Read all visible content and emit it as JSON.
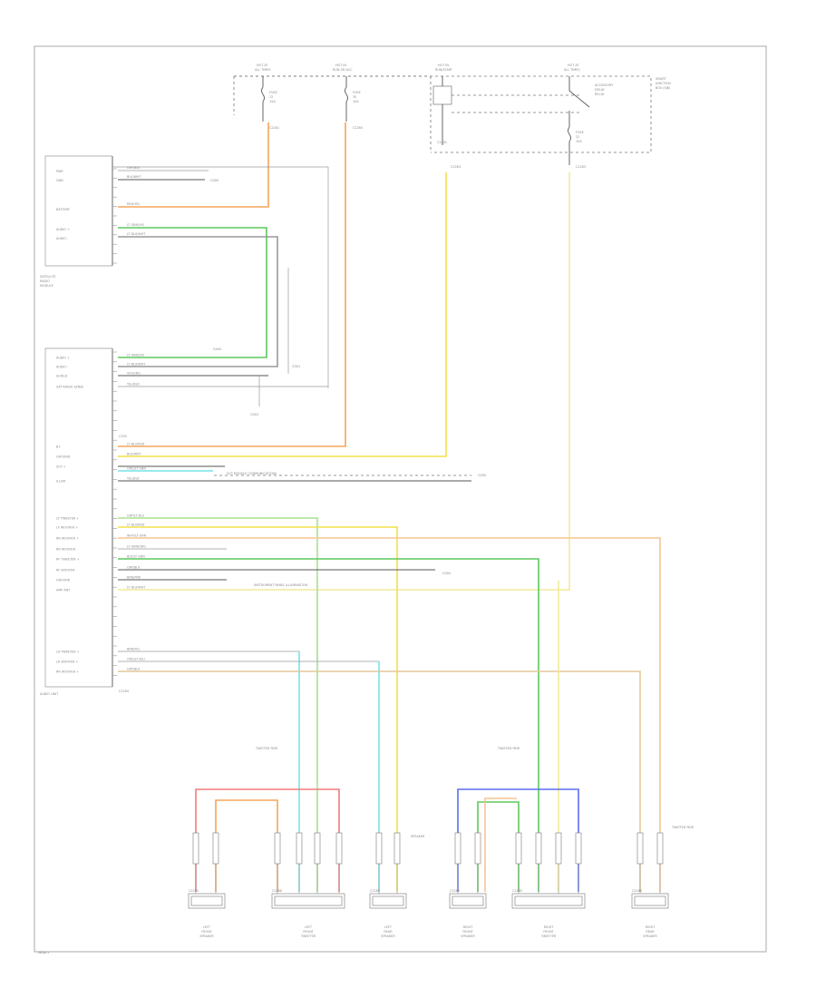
{
  "diagram": {
    "footer_code": "WDAL1",
    "power_sources": [
      {
        "line1": "HOT AT",
        "line2": "ALL TIMES"
      },
      {
        "line1": "HOT IN",
        "line2": "RUN OR ACC"
      },
      {
        "line1": "HOT IN",
        "line2": "RUN/START"
      },
      {
        "line1": "HOT AT",
        "line2": "ALL TIMES"
      }
    ],
    "fuses": [
      {
        "name": "FUSE",
        "num": "12",
        "rating": "15A"
      },
      {
        "name": "FUSE",
        "num": "35",
        "rating": "10A"
      },
      {
        "name": "FUSE",
        "num": "22",
        "rating": "10A"
      }
    ],
    "connector_codes": [
      "C2281",
      "C2280",
      "C2282",
      "C2283",
      "C2283",
      "C2284",
      "C290",
      "C2285",
      "C2286"
    ],
    "relay": {
      "label1": "ACCESSORY",
      "label2": "DELAY",
      "label3": "RELAY"
    },
    "fuse_box": {
      "line1": "SMART",
      "line2": "JUNCTION",
      "line3": "BOX (SJB)"
    },
    "modules": {
      "satellite": {
        "line1": "SATELLITE",
        "line2": "RADIO",
        "line3": "MODULE"
      },
      "audio": {
        "line1": "AUDIO UNIT"
      }
    },
    "satellite_pins": [
      "PWR",
      "GND",
      "BATTERY",
      "AUDIO +",
      "AUDIO -"
    ],
    "audio_pins": [
      "AUDIO +",
      "AUDIO -",
      "SHIELD",
      "SAT RADIO SENSE",
      "B+",
      "GROUND",
      "SCP +",
      "ILLUM",
      "LF TWEETER +",
      "LF WOOFER +",
      "RR WOOFER +",
      "RR WOOFER -",
      "RF TWEETER +",
      "RF WOOFER -",
      "GROUND",
      "AMP ANT",
      "LR TWEETER +",
      "LR WOOFER +",
      "RR WOOFER +"
    ],
    "wire_colors": [
      "GRY/BLK",
      "BLK/WHT",
      "RED/YEL",
      "LT GRN/VIO",
      "LT BLU/WHT",
      "VIO/ORG",
      "YEL/BLK",
      "LT BLU/RED",
      "BLK/WHT",
      "ORG/LT GRN",
      "YEL/BLK",
      "GRY/LT BLU",
      "LT BLU/RED",
      "WHT/LT GRN",
      "LT GRN/ORG",
      "BLK/LT GRN",
      "GRY/BLK",
      "BRN/PNK",
      "LT BLU/WHT",
      "BRN/YEL",
      "ORG/LT BLU"
    ],
    "annotations": {
      "ground1": "G300",
      "ground2": "G301",
      "ground3": "G303",
      "ground4": "G400",
      "scp_note": "SCP MODULE COMMUNICATIONS",
      "illum_note": "INSTRUMENT PANEL ILLUMINATION",
      "speaker_note": "SPEAKER",
      "twisted_pair": "TWISTED PAIR"
    },
    "speakers": [
      {
        "line1": "LEFT",
        "line2": "FRONT",
        "line3": "SPEAKER"
      },
      {
        "line1": "LEFT",
        "line2": "FRONT",
        "line3": "TWEETER"
      },
      {
        "line1": "LEFT",
        "line2": "REAR",
        "line3": "SPEAKER"
      },
      {
        "line1": "RIGHT",
        "line2": "FRONT",
        "line3": "SPEAKER"
      },
      {
        "line1": "RIGHT",
        "line2": "FRONT",
        "line3": "TWEETER"
      },
      {
        "line1": "RIGHT",
        "line2": "REAR",
        "line3": "SPEAKER"
      }
    ],
    "colors": {
      "orange": "#f5a55a",
      "yellow": "#f2e04a",
      "light_yellow": "#f0ea9a",
      "green": "#5cc95c",
      "light_green": "#a9e28f",
      "cyan": "#76e3ea",
      "red": "#f27a7a",
      "pink": "#f6a6b6",
      "blue": "#5b6ef0",
      "tan": "#e4c99a",
      "peach": "#f6c591",
      "gray": "#9a9a9a",
      "black": "#555555"
    }
  }
}
